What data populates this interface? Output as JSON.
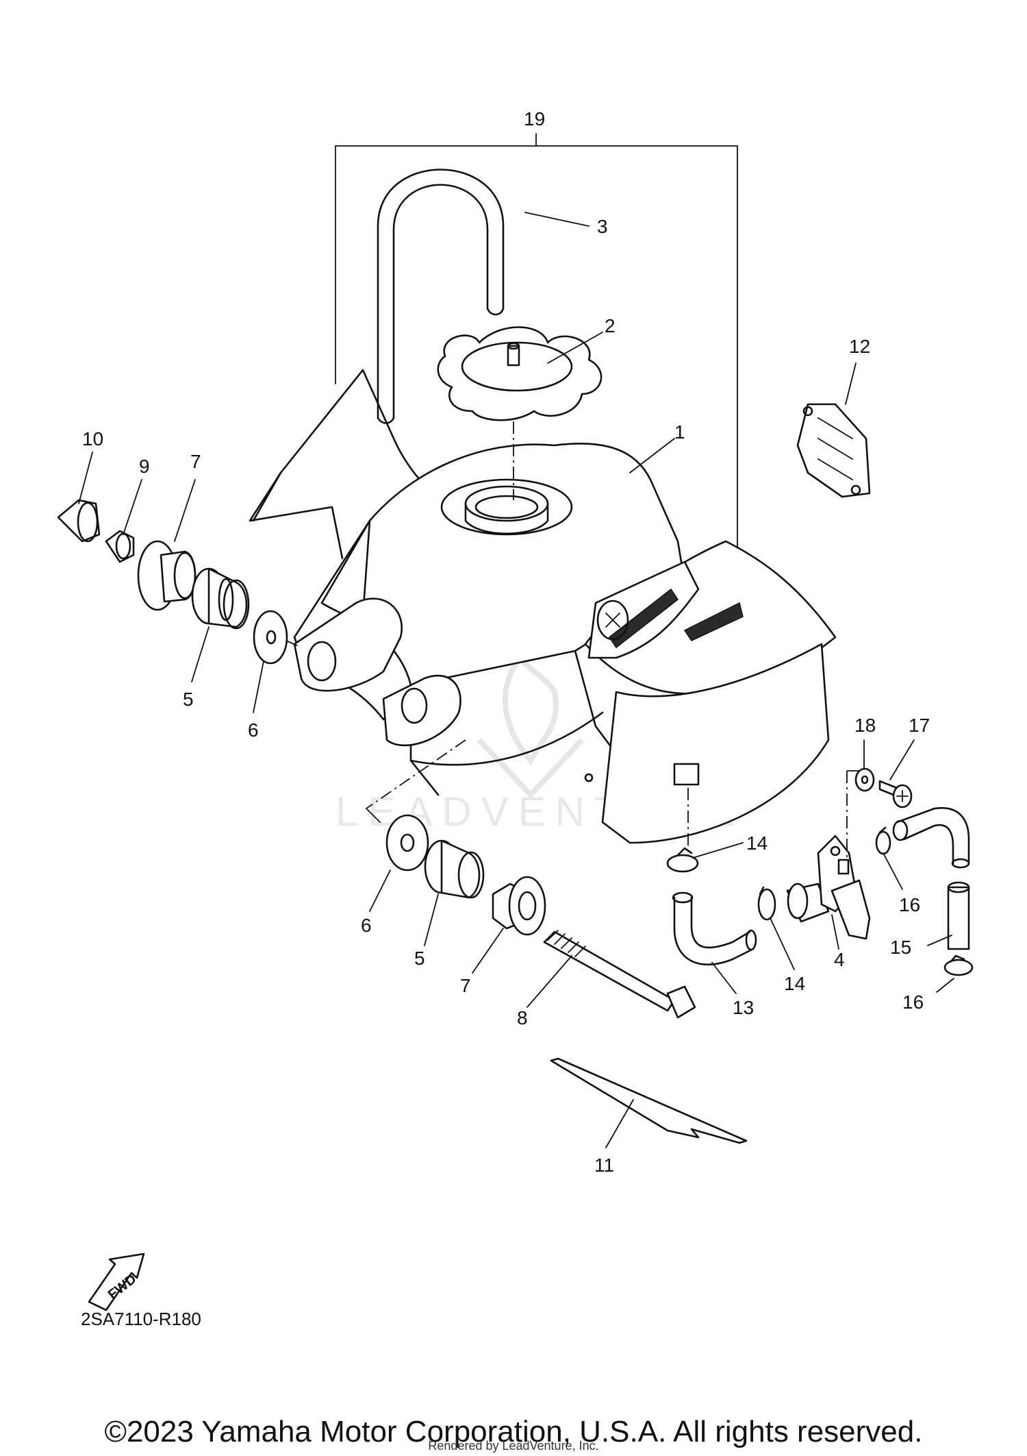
{
  "diagram": {
    "code": "2SA7110-R180",
    "fwd_label": "FWD",
    "watermark": "LEADVENTURE",
    "callouts": [
      "19",
      "3",
      "2",
      "12",
      "1",
      "10",
      "9",
      "7",
      "5",
      "6",
      "18",
      "17",
      "14",
      "16",
      "15",
      "6",
      "5",
      "7",
      "8",
      "13",
      "14",
      "4",
      "16",
      "11"
    ]
  },
  "footer": {
    "copyright": "©2023 Yamaha Motor Corporation, U.S.A. All rights reserved.",
    "rendered_by": "Rendered by LeadVenture, Inc."
  },
  "colors": {
    "line": "#111111",
    "background": "#ffffff",
    "watermark": "#e8e8e8"
  }
}
